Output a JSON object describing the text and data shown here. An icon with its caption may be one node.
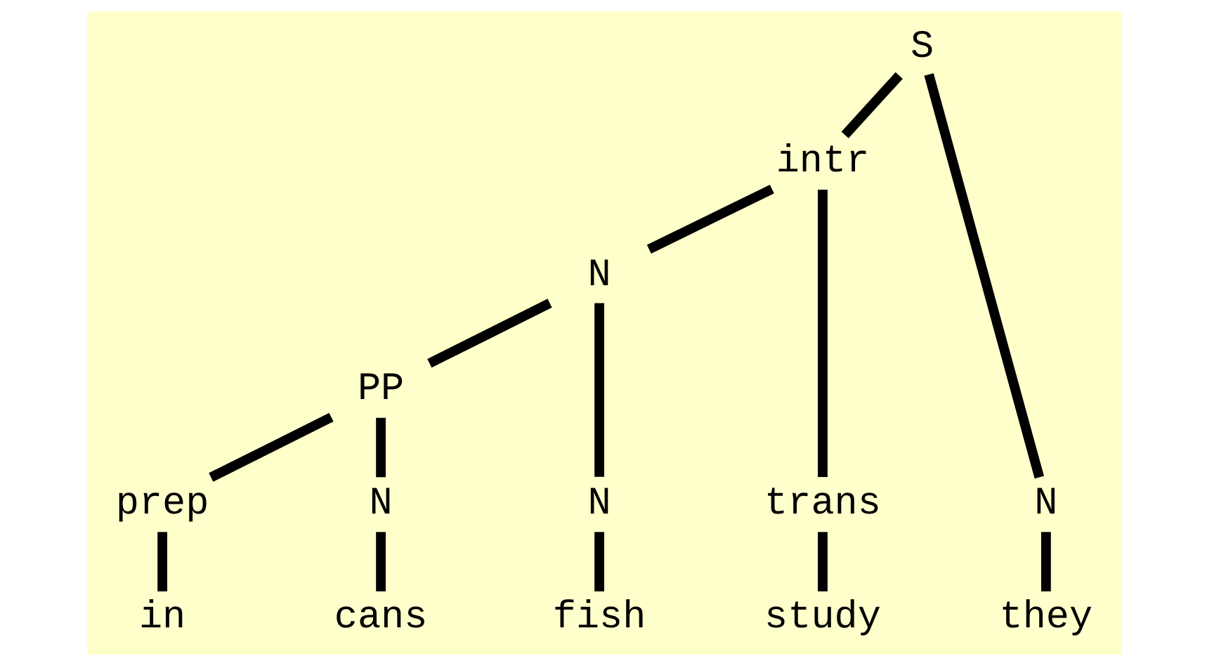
{
  "diagram": {
    "nodes": [
      {
        "text": [
          "S"
        ]
      },
      {
        "text": [
          "intr"
        ]
      },
      {
        "text": [
          "N"
        ]
      },
      {
        "text": [
          "PP"
        ]
      },
      {
        "text": [
          "N"
        ]
      },
      {
        "text": [
          "trans"
        ]
      },
      {
        "text": [
          "N"
        ]
      },
      {
        "text": [
          "prep"
        ]
      },
      {
        "text": [
          "N"
        ]
      },
      {
        "text": [
          "they"
        ]
      },
      {
        "text": [
          "study"
        ]
      },
      {
        "text": [
          "fish"
        ]
      },
      {
        "text": [
          "in"
        ]
      },
      {
        "text": [
          "cans"
        ]
      }
    ],
    "edges": [
      {
        "from": 0,
        "to": 4,
        "arrow": "none"
      },
      {
        "from": 0,
        "to": 1,
        "arrow": "none"
      },
      {
        "from": 1,
        "to": 5,
        "arrow": "none"
      },
      {
        "from": 1,
        "to": 2,
        "arrow": "none"
      },
      {
        "from": 2,
        "to": 6,
        "arrow": "none"
      },
      {
        "from": 2,
        "to": 3,
        "arrow": "none"
      },
      {
        "from": 3,
        "to": 7,
        "arrow": "none"
      },
      {
        "from": 3,
        "to": 8,
        "arrow": "none"
      },
      {
        "from": 4,
        "to": 9,
        "arrow": "none"
      },
      {
        "from": 5,
        "to": 10,
        "arrow": "none"
      },
      {
        "from": 6,
        "to": 11,
        "arrow": "none"
      },
      {
        "from": 7,
        "to": 12,
        "arrow": "none"
      },
      {
        "from": 8,
        "to": 13,
        "arrow": "none"
      }
    ]
  }
}
